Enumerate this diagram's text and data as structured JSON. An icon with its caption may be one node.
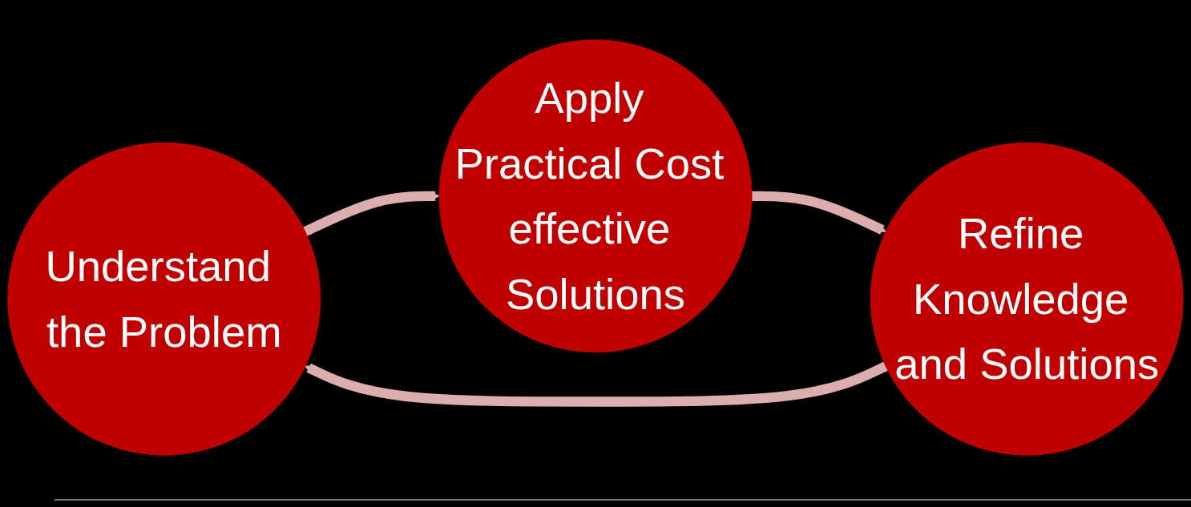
{
  "diagram": {
    "nodes": [
      {
        "text": [
          "Understand the Problem"
        ]
      },
      {
        "text": [
          "Apply Practical Cost effective Solutions"
        ]
      },
      {
        "text": [
          "Refine Knowledge and Solutions"
        ]
      }
    ],
    "edges": [
      {
        "from": 0,
        "to": 1,
        "arrow": "to"
      },
      {
        "from": 1,
        "to": 2,
        "arrow": "to"
      },
      {
        "from": 2,
        "to": 0,
        "arrow": "to"
      }
    ]
  }
}
